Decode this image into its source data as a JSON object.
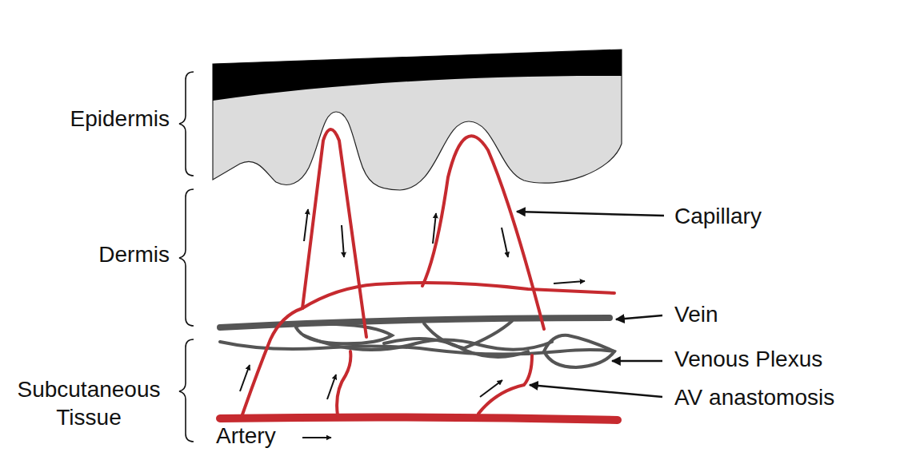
{
  "diagram": {
    "labels": [
      "Epidermis",
      "Dermis",
      "Subcutaneous Tissue",
      "Capillary",
      "Vein",
      "Venous Plexus",
      "AV anastomosis",
      "Artery"
    ]
  }
}
